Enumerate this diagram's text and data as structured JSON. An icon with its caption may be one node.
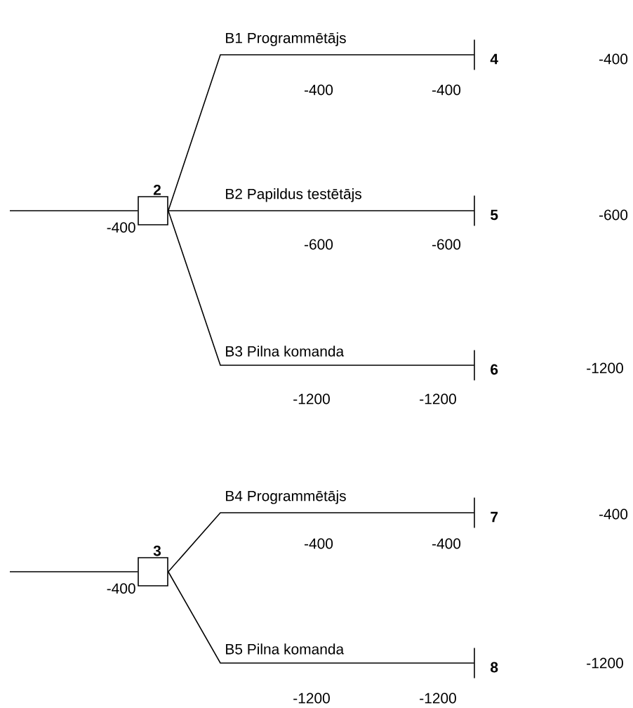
{
  "diagram": {
    "nodes": [
      {
        "text": [],
        "shape": "box",
        "beside": [
          "2"
        ]
      },
      {
        "text": [],
        "shape": "bar",
        "beside": [
          "4"
        ]
      },
      {
        "text": [],
        "shape": "bar",
        "beside": [
          "5"
        ]
      },
      {
        "text": [],
        "shape": "bar",
        "beside": [
          "6"
        ]
      },
      {
        "text": [],
        "shape": "box",
        "beside": [
          "3"
        ]
      },
      {
        "text": [],
        "shape": "bar",
        "beside": [
          "7"
        ]
      },
      {
        "text": [],
        "shape": "bar",
        "beside": [
          "8"
        ]
      }
    ],
    "edges": [
      {
        "from": null,
        "to": 0,
        "arrow": "none",
        "label": "-400"
      },
      {
        "from": 0,
        "to": 1,
        "arrow": "none",
        "label": "B1 Programmētājs"
      },
      {
        "from": 0,
        "to": 2,
        "arrow": "none",
        "label": "B2 Papildus testētājs"
      },
      {
        "from": 0,
        "to": 3,
        "arrow": "none",
        "label": "B3 Pilna komanda"
      },
      {
        "from": null,
        "to": 4,
        "arrow": "none",
        "label": "-400"
      },
      {
        "from": 4,
        "to": 5,
        "arrow": "none",
        "label": "B4 Programmētājs"
      },
      {
        "from": 4,
        "to": 6,
        "arrow": "none",
        "label": "B5 Pilna komanda"
      }
    ],
    "labels": [
      "-400",
      "-400",
      "-400",
      "-600",
      "-600",
      "-600",
      "-1200",
      "-1200",
      "-1200",
      "-400",
      "-400",
      "-400",
      "-1200",
      "-1200",
      "-1200"
    ]
  }
}
